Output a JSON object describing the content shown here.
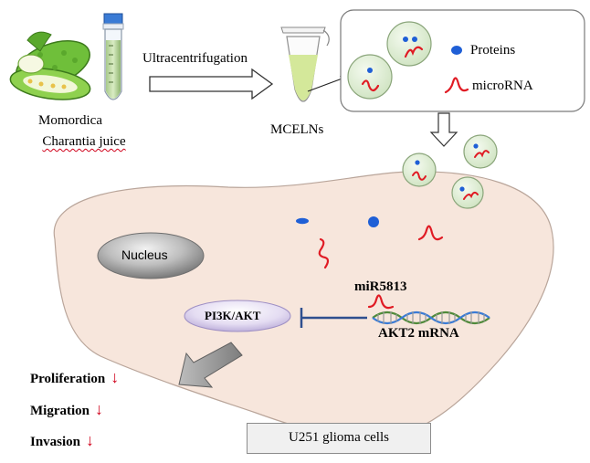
{
  "source_label_line1": "Momordica",
  "source_label_line2": "Charantia juice",
  "process_label": "Ultracentrifugation",
  "product_label": "MCELNs",
  "legend": {
    "proteins": "Proteins",
    "microrna": "microRNA"
  },
  "nucleus_label": "Nucleus",
  "pathway_label": "PI3K/AKT",
  "mirna_label": "miR5813",
  "mrna_label": "AKT2 mRNA",
  "effects": [
    {
      "label": "Proliferation",
      "arrow": "↓"
    },
    {
      "label": "Migration",
      "arrow": "↓"
    },
    {
      "label": "Invasion",
      "arrow": "↓"
    }
  ],
  "cell_label": "U251 glioma cells",
  "colors": {
    "protein": "#1f5fd6",
    "microrna": "#e01b24",
    "cell": "#f7e6dc",
    "vesicle": "#ddedd2",
    "inhibit": "#2f4f8f"
  }
}
